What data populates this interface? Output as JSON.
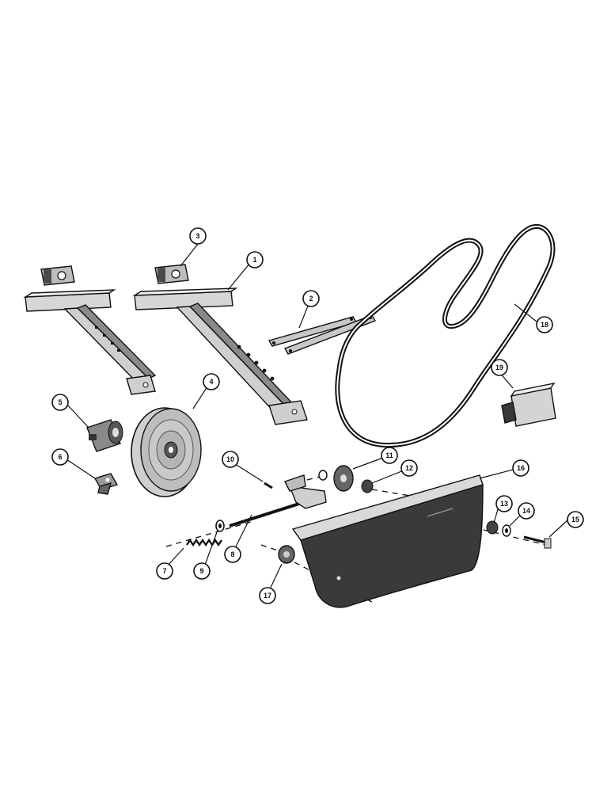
{
  "colors": {
    "ink": "#111111",
    "paper": "#ffffff",
    "shade": "#7a7a7a",
    "dark": "#2b2b2b"
  },
  "callouts": [
    {
      "id": "c1",
      "label": "1"
    },
    {
      "id": "c2",
      "label": "2"
    },
    {
      "id": "c3",
      "label": "3"
    },
    {
      "id": "c4",
      "label": "4"
    },
    {
      "id": "c5",
      "label": "5"
    },
    {
      "id": "c6",
      "label": "6"
    },
    {
      "id": "c7",
      "label": "7"
    },
    {
      "id": "c8",
      "label": "8"
    },
    {
      "id": "c9",
      "label": "9"
    },
    {
      "id": "c10",
      "label": "10"
    },
    {
      "id": "c11",
      "label": "11"
    },
    {
      "id": "c12",
      "label": "12"
    },
    {
      "id": "c13",
      "label": "13"
    },
    {
      "id": "c14",
      "label": "14"
    },
    {
      "id": "c15",
      "label": "15"
    },
    {
      "id": "c16",
      "label": "16"
    },
    {
      "id": "c17",
      "label": "17"
    },
    {
      "id": "c18",
      "label": "18"
    },
    {
      "id": "c19",
      "label": "19"
    }
  ]
}
